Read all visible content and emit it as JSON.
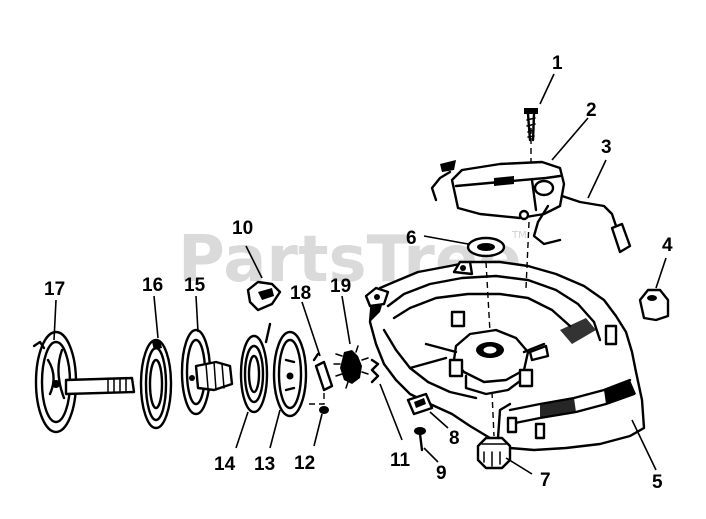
{
  "watermark": {
    "text": "PartsTree",
    "trademark": "TM"
  },
  "callouts": [
    "1",
    "2",
    "3",
    "4",
    "5",
    "6",
    "7",
    "8",
    "9",
    "10",
    "11",
    "12",
    "13",
    "14",
    "15",
    "16",
    "17",
    "18",
    "19"
  ]
}
